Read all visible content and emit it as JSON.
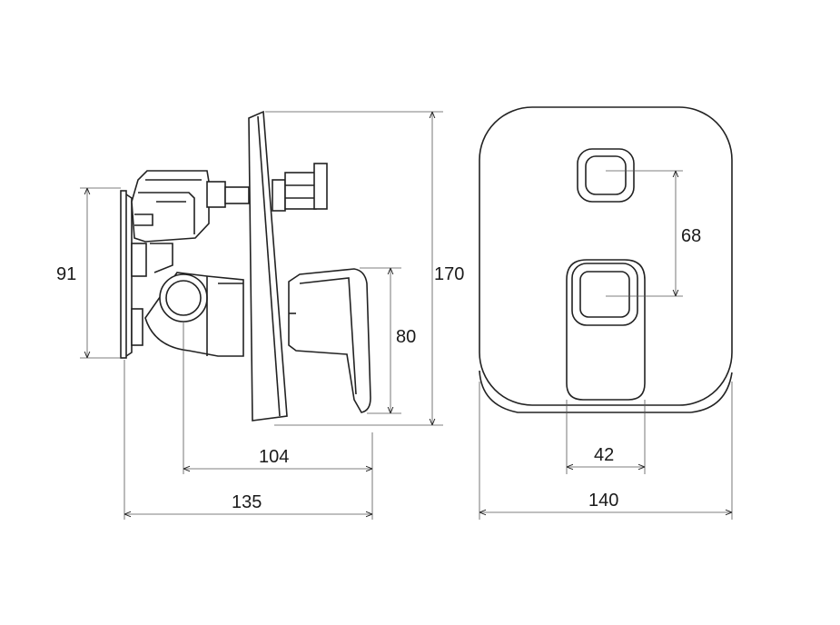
{
  "dimensions": {
    "side_height_wall": "91",
    "total_height": "170",
    "lever_height": "80",
    "outlet_to_lever": "104",
    "total_depth": "135",
    "button_spacing": "68",
    "button_width": "42",
    "plate_width": "140"
  }
}
